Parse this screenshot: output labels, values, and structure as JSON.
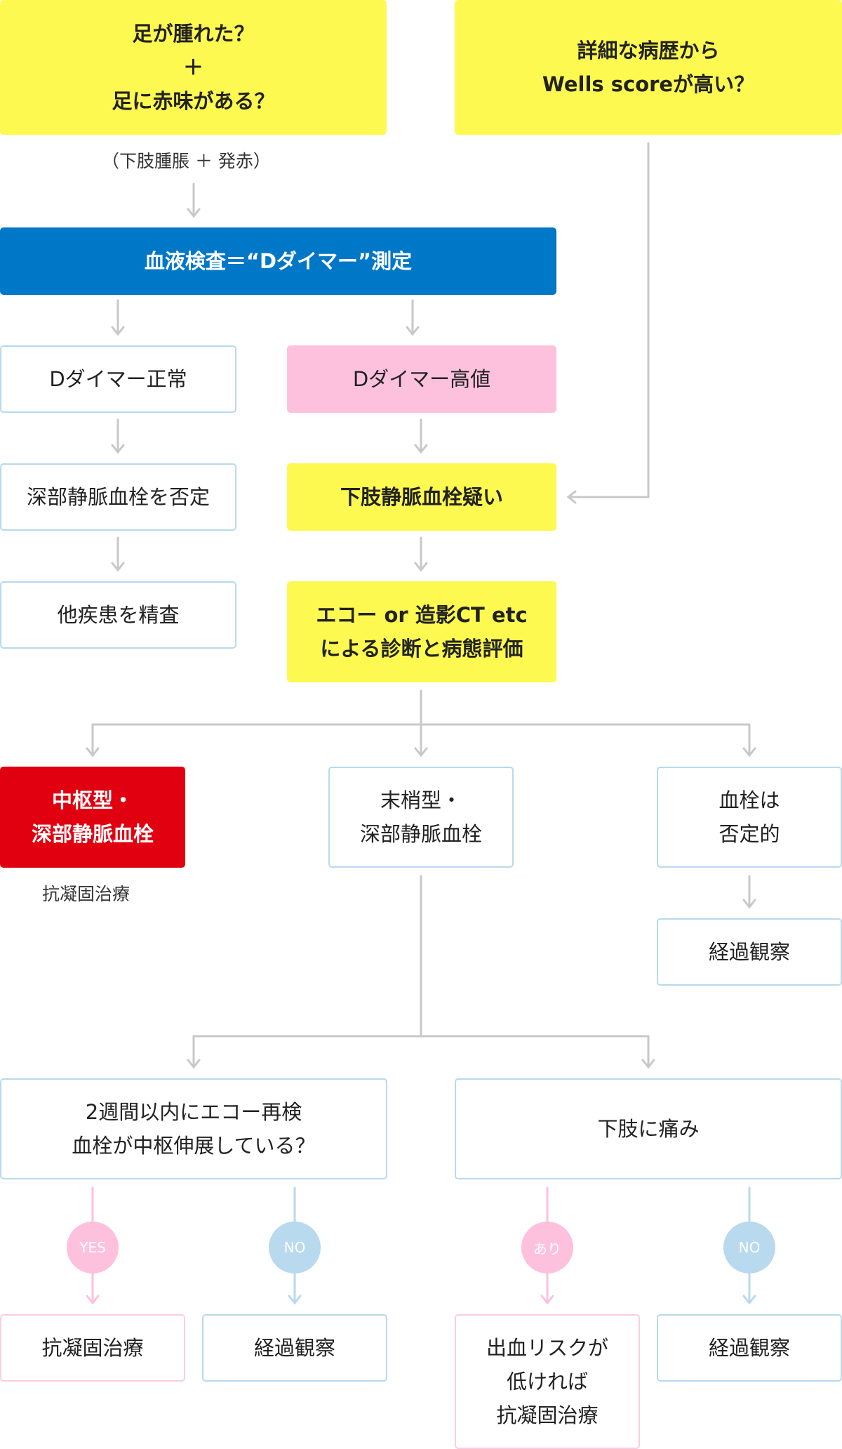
{
  "top": {
    "symptom": [
      "足が腫れた？",
      "＋",
      "足に赤味がある？"
    ],
    "wells": [
      "詳細な病歴から",
      "Wells scoreが高い？"
    ],
    "symptom_note": "（下肢腫脹 ＋ 発赤）"
  },
  "test": {
    "label": "血液検査＝“Dダイマー”測定"
  },
  "ddimer": {
    "normal": "Dダイマー正常",
    "high": "Dダイマー高値"
  },
  "left_branch": {
    "exclude": "深部静脈血栓を否定",
    "other": "他疾患を精査"
  },
  "suspect": "下肢静脈血栓疑い",
  "evaluate": [
    "エコー or 造影CT etc",
    "による診断と病態評価"
  ],
  "outcomes": {
    "central": [
      "中枢型・",
      "深部静脈血栓"
    ],
    "central_note": "抗凝固治療",
    "peripheral": [
      "末梢型・",
      "深部静脈血栓"
    ],
    "negative": [
      "血栓は",
      "否定的"
    ],
    "negative_follow": "経過観察"
  },
  "peripheral_branch": {
    "recheck": [
      "2週間以内にエコー再検",
      "血栓が中枢伸展している？"
    ],
    "pain": "下肢に痛み"
  },
  "badges": {
    "yes": "YES",
    "no": "NO",
    "ari": "あり"
  },
  "finals": {
    "anticoag": "抗凝固治療",
    "observe_1": "経過観察",
    "bleeding": [
      "出血リスクが",
      "低ければ",
      "抗凝固治療"
    ],
    "observe_2": "経過観察"
  },
  "colors": {
    "yellow": "#fdf950",
    "blue": "#0177c8",
    "pink": "#fdc1de",
    "red": "#e10010",
    "outline_blue": "#b8d9ee",
    "outline_pink": "#fbcde2",
    "connector": "#c8c8c8"
  }
}
